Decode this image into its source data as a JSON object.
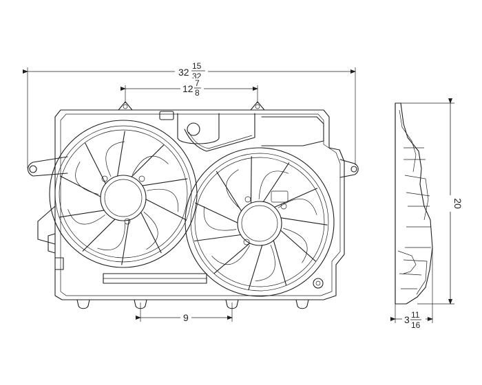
{
  "dimensions": {
    "overall_width": {
      "whole": "32",
      "num": "15",
      "den": "32"
    },
    "center_distance": {
      "whole": "12",
      "num": "7",
      "den": "8"
    },
    "mount_spacing": {
      "whole": "9"
    },
    "height": {
      "whole": "20"
    },
    "depth": {
      "whole": "3",
      "num": "11",
      "den": "16"
    }
  },
  "colors": {
    "line": "#1e1e1e",
    "background": "#ffffff"
  }
}
